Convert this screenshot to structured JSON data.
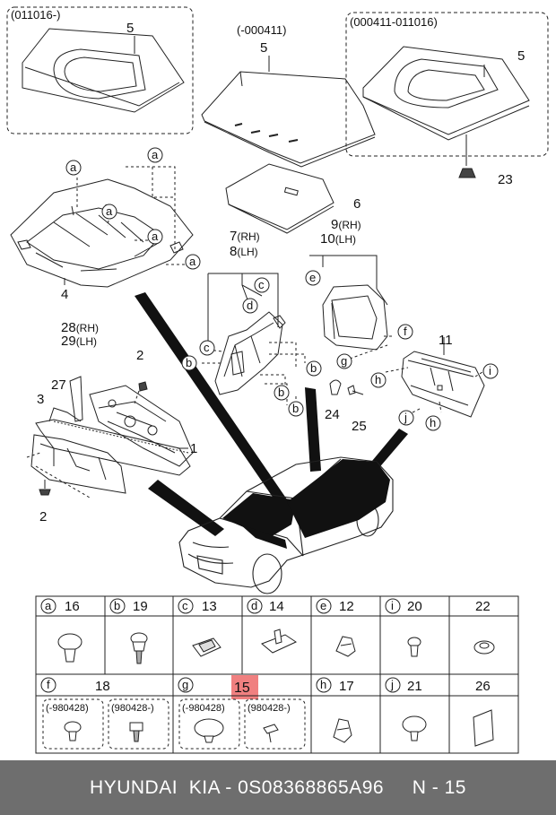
{
  "boxes": {
    "top_left": "(011016-)",
    "top_mid": "(-000411)",
    "top_right": "(000411-011016)"
  },
  "parts": {
    "p5a": "5",
    "p5b": "5",
    "p5c": "5",
    "p23": "23",
    "p6": "6",
    "p4": "4",
    "p7": "7",
    "p8": "8",
    "p9": "9",
    "p10": "10",
    "rh": "(RH)",
    "lh": "(LH)",
    "p28": "28",
    "p29": "29",
    "p27": "27",
    "p3": "3",
    "p2a": "2",
    "p2b": "2",
    "p1": "1",
    "p11": "11",
    "p24": "24",
    "p25": "25"
  },
  "letters": [
    "a",
    "b",
    "c",
    "d",
    "e",
    "f",
    "g",
    "h",
    "i",
    "j"
  ],
  "table": {
    "row1": [
      {
        "letter": "a",
        "num": "16"
      },
      {
        "letter": "b",
        "num": "19"
      },
      {
        "letter": "c",
        "num": "13"
      },
      {
        "letter": "d",
        "num": "14"
      },
      {
        "letter": "e",
        "num": "12"
      },
      {
        "letter": "i",
        "num": "20"
      },
      {
        "letter": "",
        "num": "22"
      }
    ],
    "row2": [
      {
        "letter": "f",
        "num": "18"
      },
      {
        "letter": "g",
        "num": "15"
      },
      {
        "letter": "h",
        "num": "17"
      },
      {
        "letter": "j",
        "num": "21"
      },
      {
        "letter": "",
        "num": "26"
      }
    ],
    "sub_f1": "(-980428)",
    "sub_f2": "(980428-)",
    "sub_g1": "(-980428)",
    "sub_g2": "(980428-)",
    "highlight_color": "#f08080"
  },
  "footer": {
    "brand": "HYUNDAI  KIA - ",
    "code": "0S08368865A96",
    "page": "N - 15"
  }
}
